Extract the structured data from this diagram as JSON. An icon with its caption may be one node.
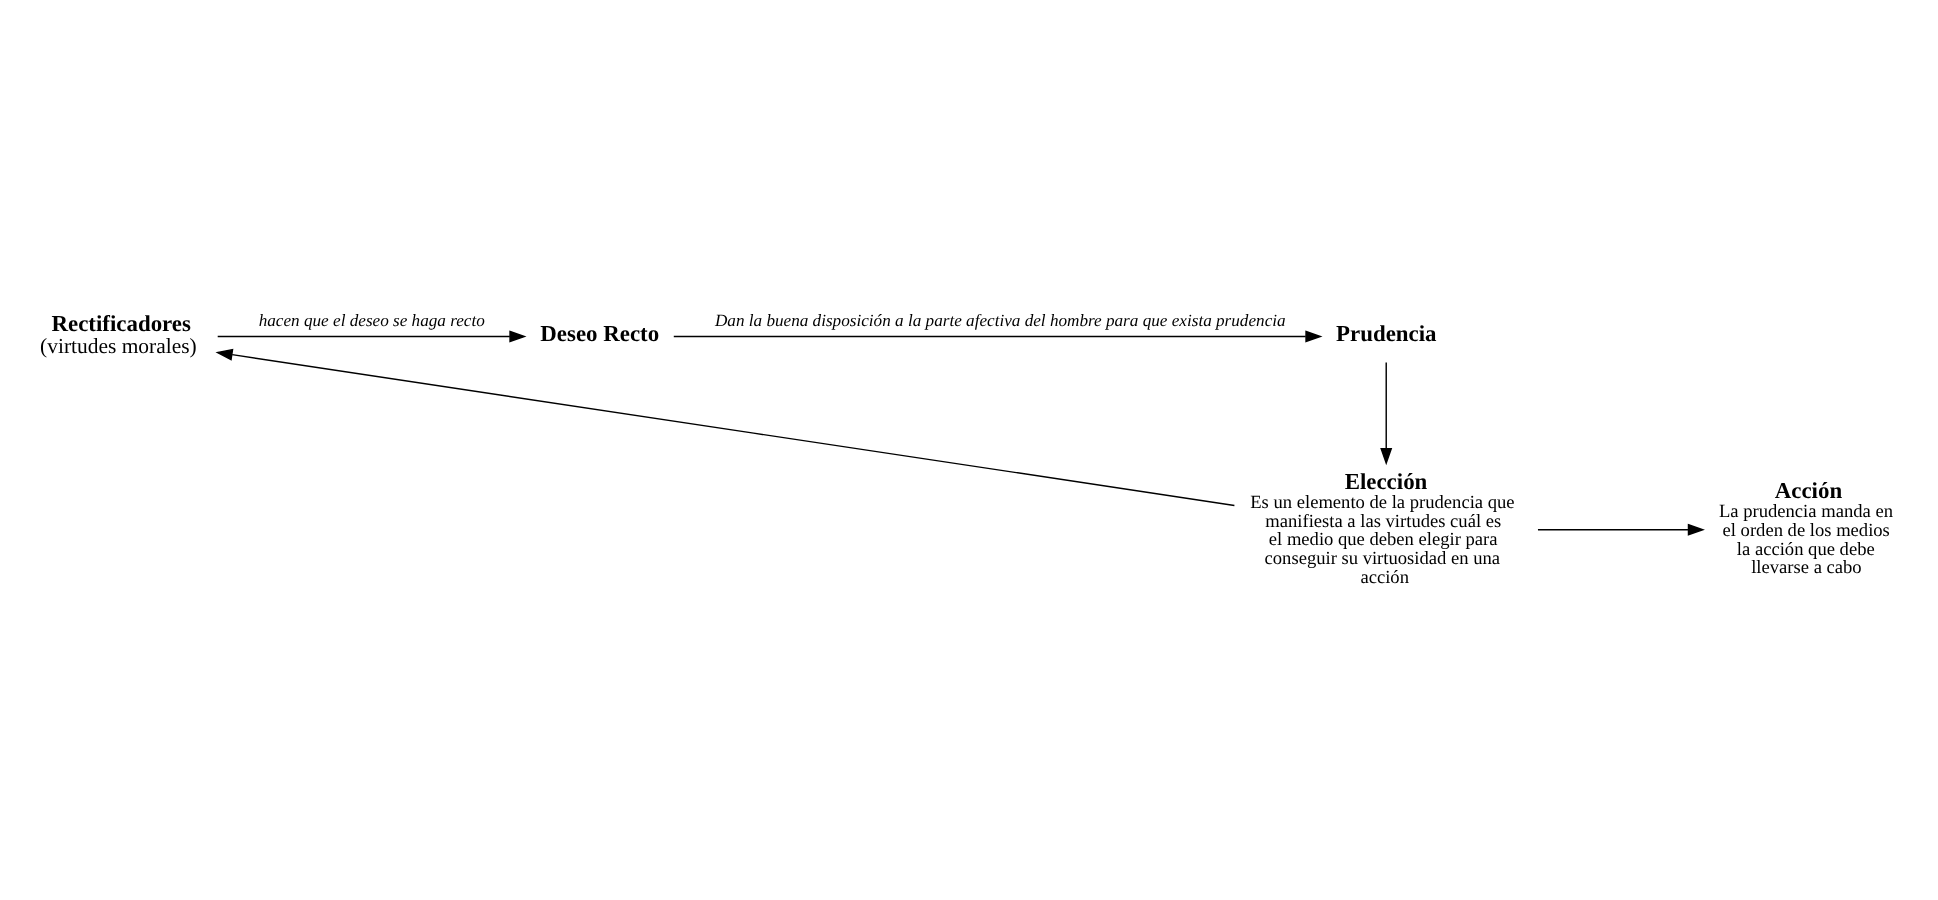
{
  "diagram": {
    "nodes": [
      {
        "text": [
          "Rectificadores",
          "(virtudes morales)"
        ]
      },
      {
        "text": [
          "Deseo Recto"
        ]
      },
      {
        "text": [
          "Prudencia"
        ]
      },
      {
        "text": [
          "Elección",
          "Es un elemento de la prudencia que manifiesta a las virtudes cuál es el medio que deben elegir para conseguir su virtuosidad en una acción"
        ]
      },
      {
        "text": [
          "Acción",
          "La prudencia manda en el orden de los medios la acción que debe llevarse a cabo"
        ]
      }
    ],
    "edges": [
      {
        "from": 0,
        "to": 1,
        "arrow": "to",
        "label": "hacen que el deseo se haga recto"
      },
      {
        "from": 1,
        "to": 2,
        "arrow": "to",
        "label": "Dan la buena disposición a la parte afectiva del hombre para que exista prudencia"
      },
      {
        "from": 2,
        "to": 3,
        "arrow": "to"
      },
      {
        "from": 3,
        "to": 4,
        "arrow": "to"
      },
      {
        "from": 3,
        "to": 0,
        "arrow": "to"
      }
    ]
  }
}
